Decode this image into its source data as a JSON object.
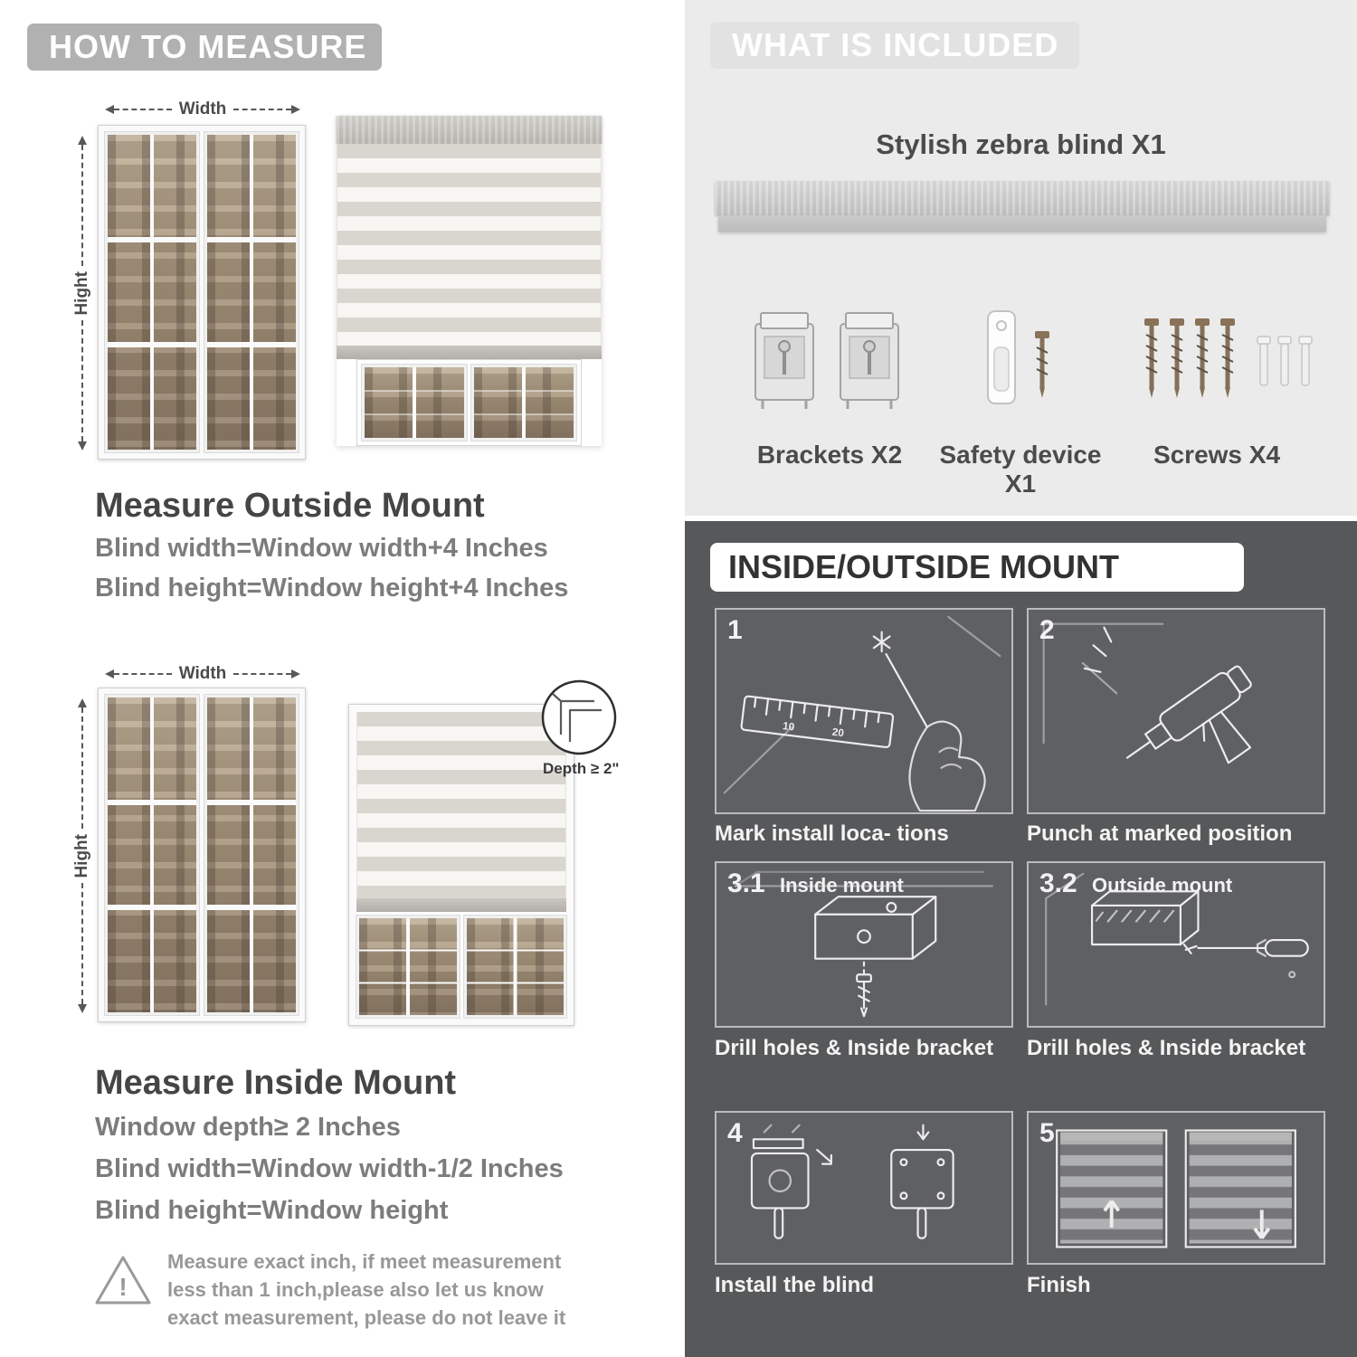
{
  "colors": {
    "header_banner": "#b1b1b1",
    "heading_text": "#454547",
    "formula_text": "#7c7c7e",
    "included_bg": "#ebebeb",
    "mount_bg": "#57585a",
    "line_art": "#ededed"
  },
  "left": {
    "header": "HOW TO MEASURE",
    "outside": {
      "width_label": "Width",
      "height_label": "Hight",
      "title": "Measure Outside Mount",
      "formulas": [
        "Blind width=Window width+4 Inches",
        "Blind height=Window height+4 Inches"
      ]
    },
    "inside": {
      "width_label": "Width",
      "height_label": "Hight",
      "depth_label": "Depth ≥ 2\"",
      "title": "Measure Inside Mount",
      "formulas": [
        "Window depth≥ 2 Inches",
        "Blind width=Window width-1/2 Inches",
        "Blind height=Window height"
      ]
    },
    "warning_text": "Measure exact inch, if meet measurement less than 1 inch,please also let us know exact measurement, please do not leave it"
  },
  "included": {
    "header": "WHAT IS INCLUDED",
    "blind_label": "Stylish zebra blind X1",
    "items": [
      {
        "name": "brackets",
        "label": "Brackets X2"
      },
      {
        "name": "safety-device",
        "label": "Safety device X1"
      },
      {
        "name": "screws",
        "label": "Screws X4"
      }
    ]
  },
  "mount": {
    "header": "INSIDE/OUTSIDE MOUNT",
    "steps": [
      {
        "num": "1",
        "title": "",
        "caption": "Mark install loca- tions"
      },
      {
        "num": "2",
        "title": "",
        "caption": "Punch at  marked position"
      },
      {
        "num": "3.1",
        "title": "Inside mount",
        "caption": "Drill holes &  Inside bracket"
      },
      {
        "num": "3.2",
        "title": "Outside mount",
        "caption": "Drill holes &  Inside bracket"
      },
      {
        "num": "4",
        "title": "",
        "caption": "Install the blind"
      },
      {
        "num": "5",
        "title": "",
        "caption": "Finish"
      }
    ]
  }
}
